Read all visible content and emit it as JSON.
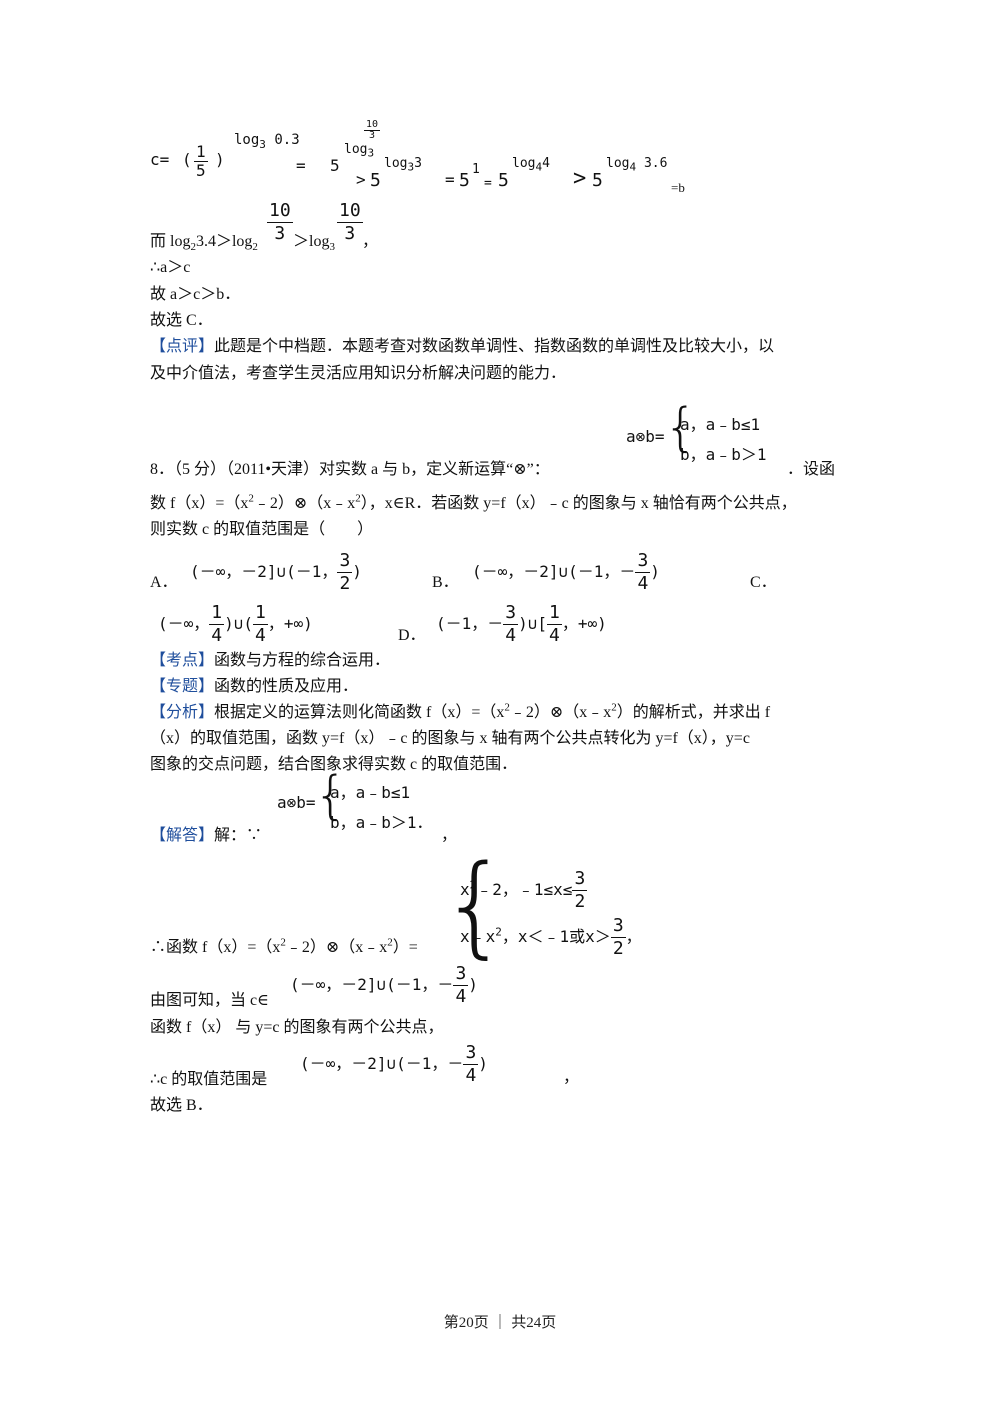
{
  "top_calc": {
    "c_eq": "c=",
    "one_fifth": {
      "num": "1",
      "den": "5"
    },
    "lp": "(",
    "rp": ")",
    "exp_log": "log",
    "exp_base": "3",
    "exp_arg": "0.3",
    "eq": "=",
    "five": "5",
    "exp2_log": "log",
    "exp2_base": "3",
    "exp2_frac": {
      "num": "10",
      "den": "3"
    },
    "gt1": ">",
    "five2": "5",
    "exp3": "log",
    "exp3_base": "3",
    "exp3_arg": "3",
    "eq2": "=",
    "five3": "5",
    "one": "1",
    "eq3": "=",
    "five4": "5",
    "exp4": "log",
    "exp4_base": "4",
    "exp4_arg": "4",
    "gt2": ">",
    "five5": "5",
    "exp5": "log",
    "exp5_base": "4",
    "exp5_arg": "3.6",
    "eqb": "=b"
  },
  "line_while": {
    "prefix": "而 log",
    "sub1": "2",
    "mid1": "3.4＞log",
    "sub2": "2",
    "frac1": {
      "num": "10",
      "den": "3"
    },
    "mid2": "＞log",
    "sub3": "3",
    "frac2": {
      "num": "10",
      "den": "3"
    },
    "suffix": "，"
  },
  "lines": {
    "a_gt_c": "∴a＞c",
    "order": "故 a＞c＞b．",
    "choose_c": "故选 C．"
  },
  "comment7": {
    "tag": "【点评】",
    "text1": "此题是个中档题．本题考查对数函数单调性、指数函数的单调性及比较大小，以",
    "text2": "及中介值法，考查学生灵活应用知识分析解决问题的能力．"
  },
  "q8": {
    "def_label": "a⊗b=",
    "def_case1": "a，a﹣b≤1",
    "def_case2": "b，a﹣b＞1",
    "stem1": "8．（5 分）（2011•天津）对实数 a 与 b，定义新运算“⊗”：",
    "stem1_tail": "．设函",
    "stem2_a": "数 f（x）=（x",
    "stem2_sup1": "2",
    "stem2_b": "﹣2）⊗（x﹣x",
    "stem2_sup2": "2",
    "stem2_c": "），x∈R．若函数 y=f（x）﹣c 的图象与 x 轴恰有两个公共点，",
    "stem3": "则实数 c 的取值范围是（　　）",
    "optA_label": "A．",
    "optA_pre": "(－∞，－2]∪(－1，",
    "optA_frac": {
      "num": "3",
      "den": "2"
    },
    "optA_post": ")",
    "optB_label": "B．",
    "optB_pre": "(－∞，－2]∪(－1，－",
    "optB_frac": {
      "num": "3",
      "den": "4"
    },
    "optB_post": ")",
    "optC_label": "C．",
    "optC_pre": "(－∞，",
    "optC_frac1": {
      "num": "1",
      "den": "4"
    },
    "optC_mid": ")∪(",
    "optC_frac2": {
      "num": "1",
      "den": "4"
    },
    "optC_post": "，+∞)",
    "optD_label": "D．",
    "optD_pre": "(－1，－",
    "optD_frac1": {
      "num": "3",
      "den": "4"
    },
    "optD_mid": ")∪[",
    "optD_frac2": {
      "num": "1",
      "den": "4"
    },
    "optD_post": "，+∞)"
  },
  "kaodian": {
    "tag": "【考点】",
    "text": "函数与方程的综合运用．"
  },
  "zhuanti": {
    "tag": "【专题】",
    "text": "函数的性质及应用．"
  },
  "fenxi": {
    "tag": "【分析】",
    "text1a": "根据定义的运算法则化简函数 f（x）=（x",
    "sup1": "2",
    "text1b": "﹣2）⊗（x﹣x",
    "sup2": "2",
    "text1c": "）的解析式，并求出 f",
    "text2": "（x）的取值范围，函数 y=f（x）﹣c 的图象与 x 轴有两个公共点转化为 y=f（x），y=c",
    "text3": "图象的交点问题，结合图象求得实数 c 的取值范围．"
  },
  "jieda": {
    "tag": "【解答】",
    "text": "解：∵",
    "def_label": "a⊗b=",
    "case1": "a，a﹣b≤1",
    "case2": "b，a﹣b＞1．",
    "comma": "，"
  },
  "piecewise": {
    "prefix_a": "∴函数 f（x）=（x",
    "sup1": "2",
    "prefix_b": "﹣2）⊗（x﹣x",
    "sup2": "2",
    "prefix_c": "）=",
    "case1_a": "x",
    "case1_sup": "2",
    "case1_b": "﹣2，﹣1≤x≤",
    "case1_frac": {
      "num": "3",
      "den": "2"
    },
    "case2_a": "x﹣x",
    "case2_sup": "2",
    "case2_b": "，x＜﹣1或x＞",
    "case2_frac": {
      "num": "3",
      "den": "2"
    },
    "case2_c": "，"
  },
  "conclude": {
    "from_graph": "由图可知，当 c∈",
    "interval_pre": "(－∞，－2]∪(－1，－",
    "interval_frac": {
      "num": "3",
      "den": "4"
    },
    "interval_post": ")",
    "func_line": "函数 f（x） 与 y=c 的图象有两个公共点，",
    "range_line": "∴c 的取值范围是",
    "range_pre": "(－∞，－2]∪(－1，－",
    "range_frac": {
      "num": "3",
      "den": "4"
    },
    "range_post": ")",
    "range_comma": "，",
    "choose_b": "故选 B．"
  },
  "footer": {
    "text": "第20页 ｜ 共24页"
  }
}
